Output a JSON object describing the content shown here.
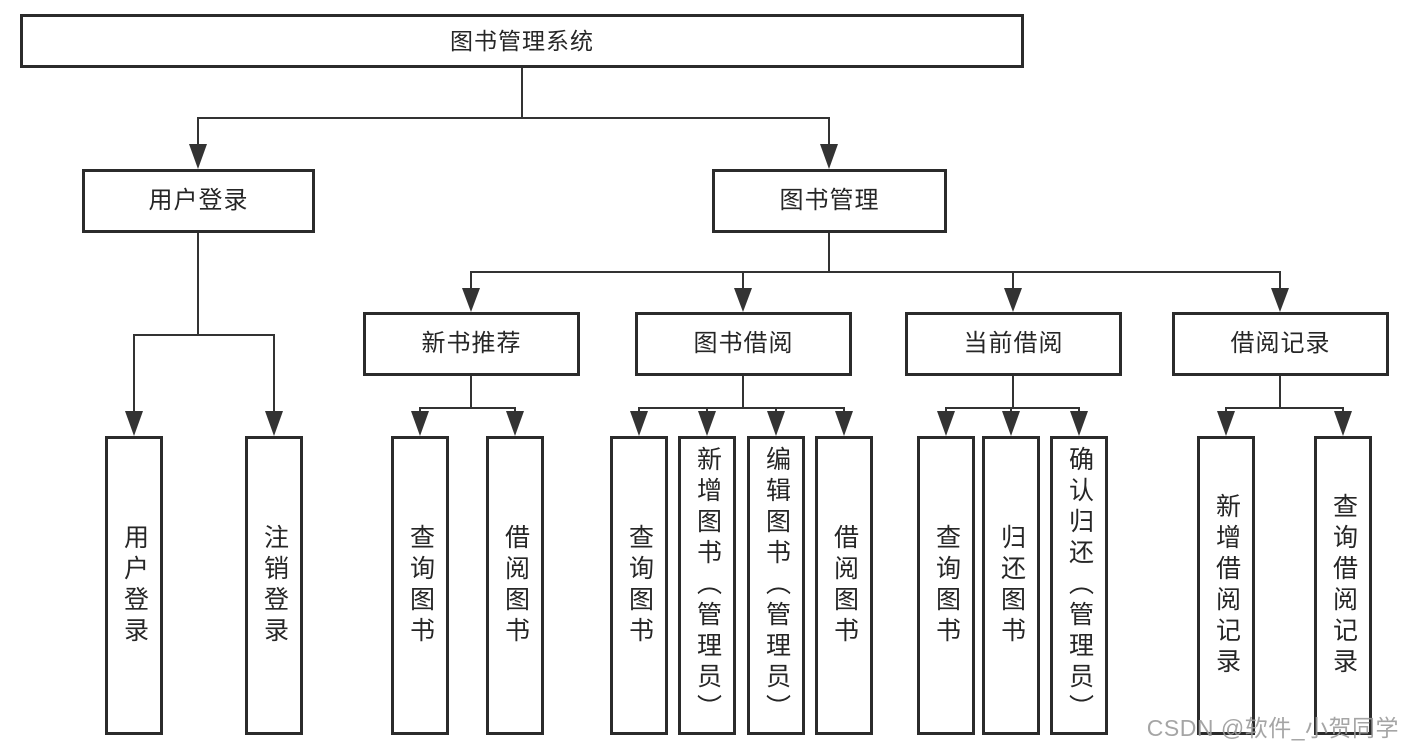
{
  "diagram": {
    "type": "hierarchy-tree",
    "root": {
      "label": "图书管理系统"
    },
    "level2": [
      {
        "label": "用户登录",
        "parent": "图书管理系统"
      },
      {
        "label": "图书管理",
        "parent": "图书管理系统"
      }
    ],
    "level3": [
      {
        "label": "新书推荐",
        "parent": "图书管理"
      },
      {
        "label": "图书借阅",
        "parent": "图书管理"
      },
      {
        "label": "当前借阅",
        "parent": "图书管理"
      },
      {
        "label": "借阅记录",
        "parent": "图书管理"
      }
    ],
    "leaves": [
      {
        "label": "用户登录",
        "parent": "用户登录"
      },
      {
        "label": "注销登录",
        "parent": "用户登录"
      },
      {
        "label": "查询图书",
        "parent": "新书推荐"
      },
      {
        "label": "借阅图书",
        "parent": "新书推荐"
      },
      {
        "label": "查询图书",
        "parent": "图书借阅"
      },
      {
        "label": "新增图书（管理员）",
        "parent": "图书借阅"
      },
      {
        "label": "编辑图书（管理员）",
        "parent": "图书借阅"
      },
      {
        "label": "借阅图书",
        "parent": "图书借阅"
      },
      {
        "label": "查询图书",
        "parent": "当前借阅"
      },
      {
        "label": "归还图书",
        "parent": "当前借阅"
      },
      {
        "label": "确认归还（管理员）",
        "parent": "当前借阅"
      },
      {
        "label": "新增借阅记录",
        "parent": "借阅记录"
      },
      {
        "label": "查询借阅记录",
        "parent": "借阅记录"
      }
    ]
  },
  "watermark": {
    "text": "CSDN @软件_小贺同学",
    "color": "#9c9c9c"
  },
  "colors": {
    "line": "#333333",
    "box_border": "#2b2b2b",
    "text": "#262626",
    "background": "#ffffff"
  }
}
